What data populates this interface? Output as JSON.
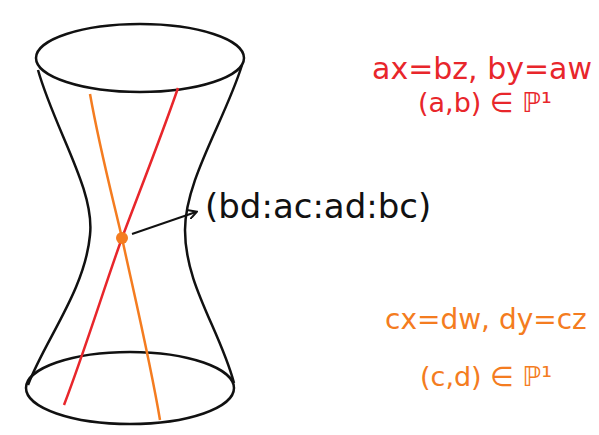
{
  "diagram": {
    "labels": [
      "ax=bz, by=aw",
      "(a,b) ∈ ℙ¹",
      "(bd:ac:ad:bc)",
      "cx=dw, dy=cz",
      "(c,d) ∈ ℙ¹"
    ]
  }
}
